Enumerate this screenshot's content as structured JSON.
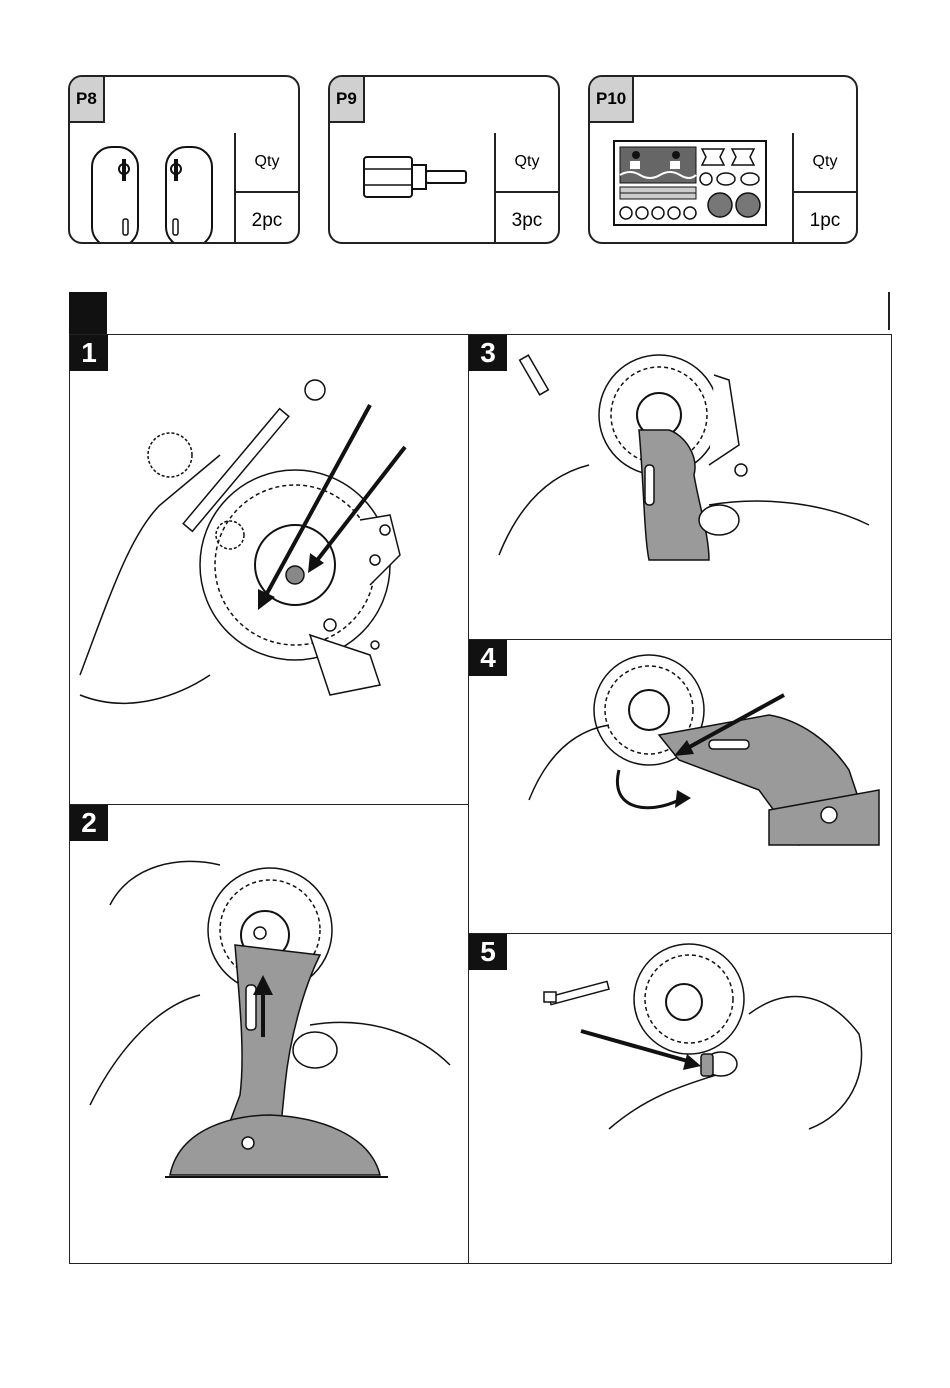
{
  "parts": [
    {
      "tag": "P8",
      "qty_label": "Qty",
      "qty": "2pc"
    },
    {
      "tag": "P9",
      "qty_label": "Qty",
      "qty": "3pc"
    },
    {
      "tag": "P10",
      "qty_label": "Qty",
      "qty": "1pc"
    }
  ],
  "steps": [
    {
      "number": "1"
    },
    {
      "number": "2"
    },
    {
      "number": "3"
    },
    {
      "number": "4"
    },
    {
      "number": "5"
    }
  ],
  "colors": {
    "ink": "#111111",
    "tag_fill": "#d0d0d0",
    "part_fill": "#9a9a9a"
  }
}
